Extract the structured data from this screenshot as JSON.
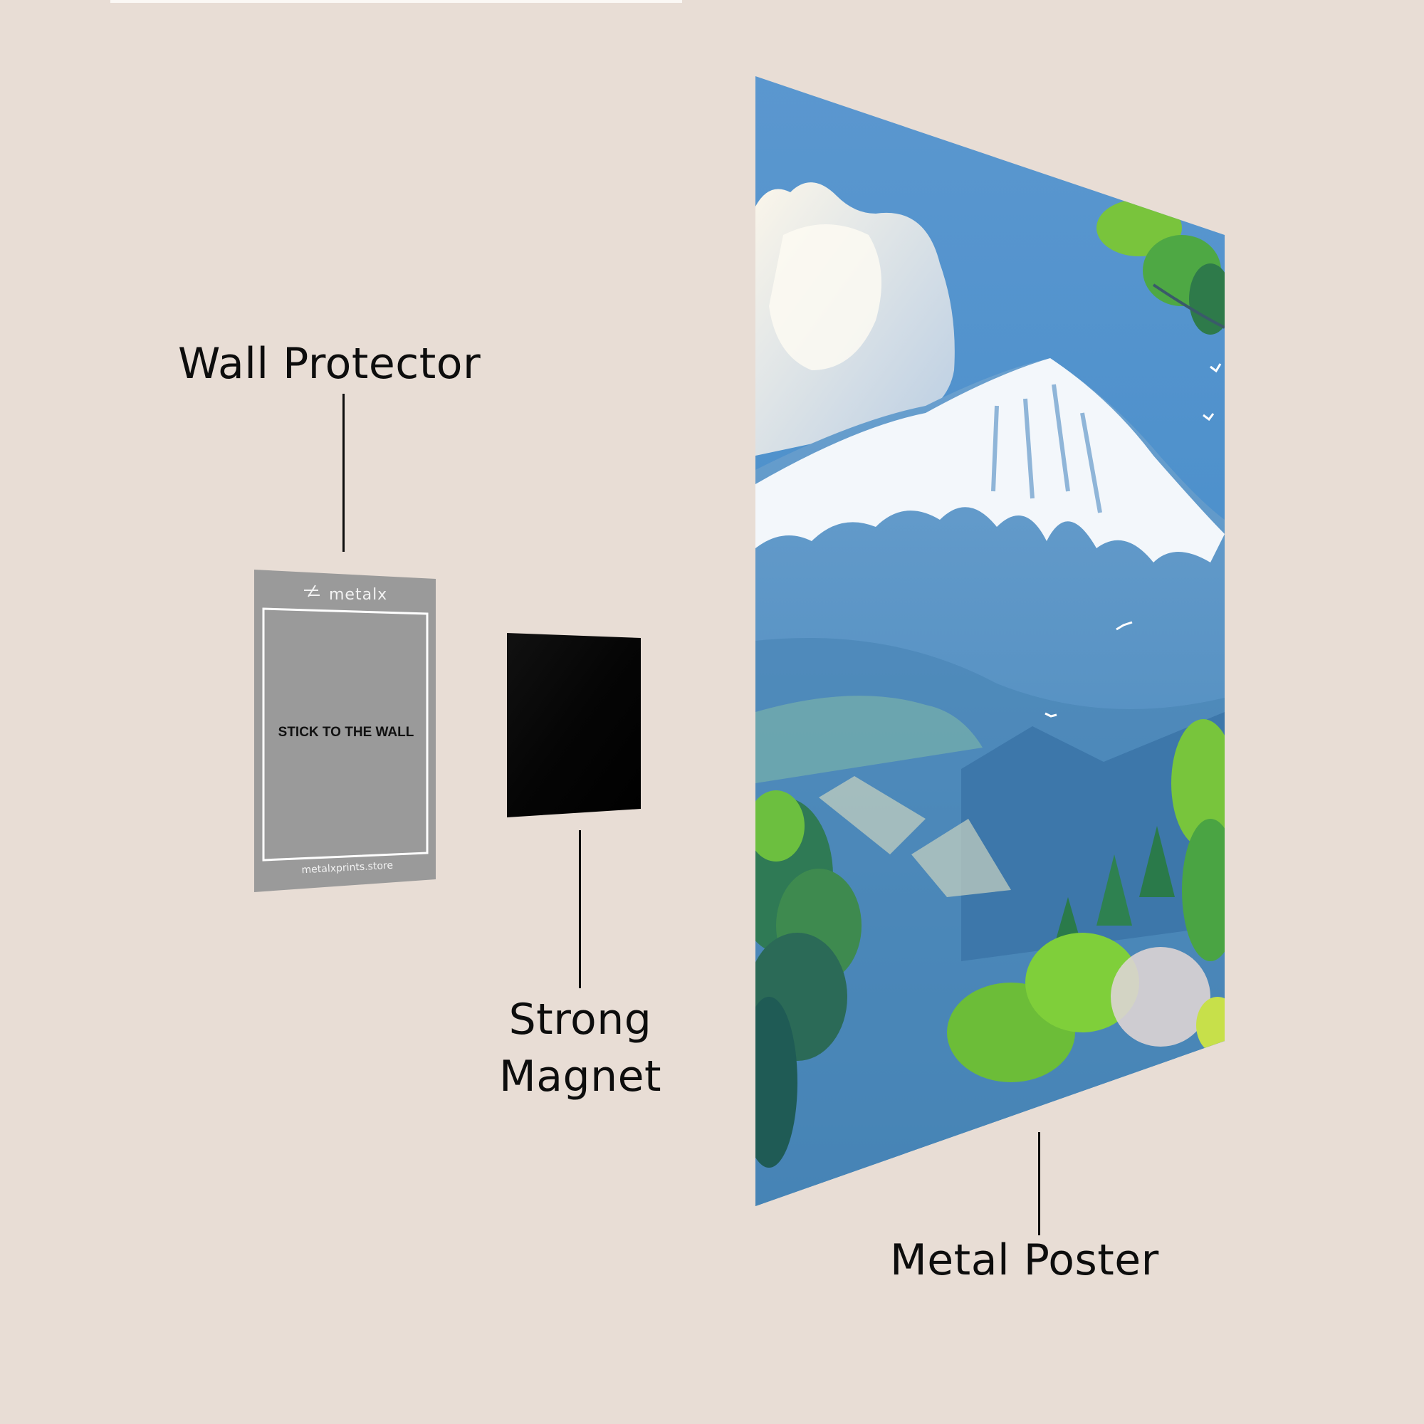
{
  "labels": {
    "wall_protector": "Wall Protector",
    "strong_magnet_line1": "Strong",
    "strong_magnet_line2": "Magnet",
    "metal_poster": "Metal Poster"
  },
  "wall_protector_card": {
    "brand_logo_text": "metalx",
    "center_text": "STICK TO THE WALL",
    "footer_text": "metalxprints.store",
    "color": "#9a9a9a"
  },
  "magnet": {
    "color": "#050505"
  },
  "poster": {
    "subject": "snow-capped mountain with clouds, trees and cherry blossoms",
    "sky_color": "#4f92cc",
    "foliage_color": "#5fae3a"
  },
  "colors": {
    "background": "#e8ddd5",
    "text": "#0d0d0d"
  }
}
